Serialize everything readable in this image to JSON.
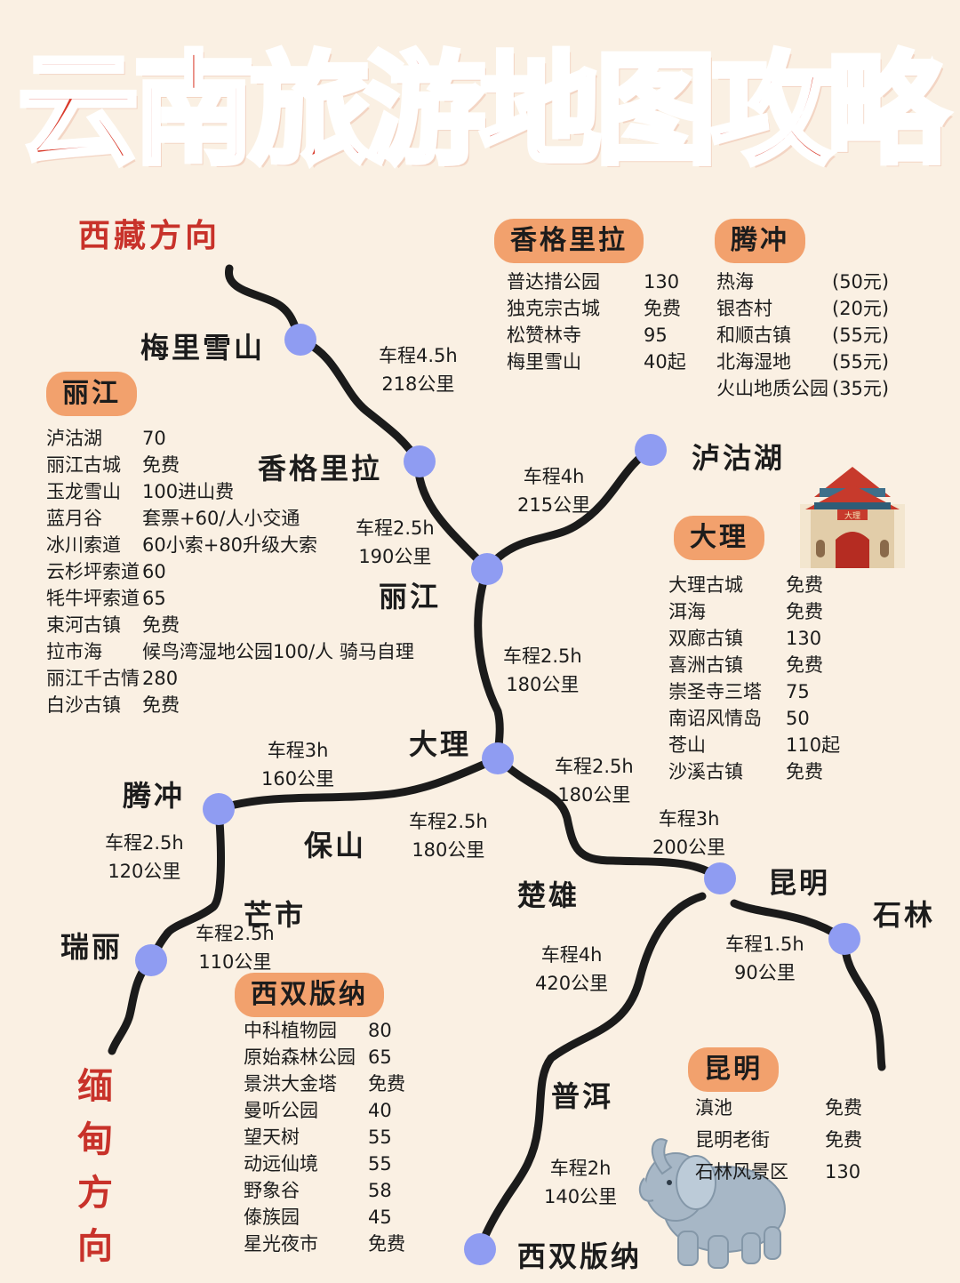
{
  "title": "云南旅游地图攻略",
  "directions": {
    "tibet": "西藏方向",
    "myanmar": "缅甸方向"
  },
  "cities": {
    "meili": "梅里雪山",
    "shangri": "香格里拉",
    "lugu": "泸沽湖",
    "lijiang": "丽江",
    "dali": "大理",
    "tengchong": "腾冲",
    "baoshan": "保山",
    "mangshi": "芒市",
    "ruili": "瑞丽",
    "chuxiong": "楚雄",
    "kunming": "昆明",
    "shilin": "石林",
    "puer": "普洱",
    "xsbn": "西双版纳"
  },
  "segments": {
    "meili_shangri": {
      "time": "车程4.5h",
      "dist": "218公里"
    },
    "shangri_lijiang": {
      "time": "车程2.5h",
      "dist": "190公里"
    },
    "lijiang_lugu": {
      "time": "车程4h",
      "dist": "215公里"
    },
    "lijiang_dali": {
      "time": "车程2.5h",
      "dist": "180公里"
    },
    "dali_tengchong": {
      "time": "车程3h",
      "dist": "160公里"
    },
    "tengchong_ruili": {
      "time": "车程2.5h",
      "dist": "120公里"
    },
    "mangshi_ruili": {
      "time": "车程2.5h",
      "dist": "110公里"
    },
    "dali_baoshan": {
      "time": "车程2.5h",
      "dist": "180公里"
    },
    "dali_chuxiong": {
      "time": "车程2.5h",
      "dist": "180公里"
    },
    "chuxiong_kunming": {
      "time": "车程3h",
      "dist": "200公里"
    },
    "kunming_shilin": {
      "time": "车程1.5h",
      "dist": "90公里"
    },
    "kunming_puer": {
      "time": "车程4h",
      "dist": "420公里"
    },
    "puer_xsbn": {
      "time": "车程2h",
      "dist": "140公里"
    }
  },
  "lijiang_box": {
    "label": "丽江",
    "items": [
      {
        "name": "泸沽湖",
        "price": "70"
      },
      {
        "name": "丽江古城",
        "price": "免费"
      },
      {
        "name": "玉龙雪山",
        "price": "100进山费"
      },
      {
        "name": "蓝月谷",
        "price": "套票+60/人小交通"
      },
      {
        "name": "冰川索道",
        "price": "60小索+80升级大索"
      },
      {
        "name": "云杉坪索道",
        "price": "60"
      },
      {
        "name": "牦牛坪索道",
        "price": "65"
      },
      {
        "name": "束河古镇",
        "price": "免费"
      },
      {
        "name": "拉市海",
        "price": "候鸟湾湿地公园100/人 骑马自理"
      },
      {
        "name": "丽江千古情",
        "price": "280"
      },
      {
        "name": "白沙古镇",
        "price": "免费"
      }
    ]
  },
  "shangri_box": {
    "label": "香格里拉",
    "items": [
      {
        "name": "普达措公园",
        "price": "130"
      },
      {
        "name": "独克宗古城",
        "price": "免费"
      },
      {
        "name": "松赞林寺",
        "price": "95"
      },
      {
        "name": "梅里雪山",
        "price": "40起"
      }
    ]
  },
  "tengchong_box": {
    "label": "腾冲",
    "items": [
      {
        "name": "热海",
        "price": "(50元)"
      },
      {
        "name": "银杏村",
        "price": "(20元)"
      },
      {
        "name": "和顺古镇",
        "price": "(55元)"
      },
      {
        "name": "北海湿地",
        "price": "(55元)"
      },
      {
        "name": "火山地质公园",
        "price": "(35元)"
      }
    ]
  },
  "dali_box": {
    "label": "大理",
    "items": [
      {
        "name": "大理古城",
        "price": "免费"
      },
      {
        "name": "洱海",
        "price": "免费"
      },
      {
        "name": "双廊古镇",
        "price": "130"
      },
      {
        "name": "喜洲古镇",
        "price": "免费"
      },
      {
        "name": "崇圣寺三塔",
        "price": "75"
      },
      {
        "name": "南诏风情岛",
        "price": "50"
      },
      {
        "name": "苍山",
        "price": "110起"
      },
      {
        "name": "沙溪古镇",
        "price": "免费"
      }
    ]
  },
  "xsbn_box": {
    "label": "西双版纳",
    "items": [
      {
        "name": "中科植物园",
        "price": "80"
      },
      {
        "name": "原始森林公园",
        "price": "65"
      },
      {
        "name": "景洪大金塔",
        "price": "免费"
      },
      {
        "name": "曼听公园",
        "price": "40"
      },
      {
        "name": "望天树",
        "price": "55"
      },
      {
        "name": "动远仙境",
        "price": "55"
      },
      {
        "name": "野象谷",
        "price": "58"
      },
      {
        "name": "傣族园",
        "price": "45"
      },
      {
        "name": "星光夜市",
        "price": "免费"
      }
    ]
  },
  "kunming_box": {
    "label": "昆明",
    "items": [
      {
        "name": "滇池",
        "price": "免费"
      },
      {
        "name": "昆明老街",
        "price": "免费"
      },
      {
        "name": "石林风景区",
        "price": "130"
      }
    ]
  },
  "temple_sign": "大理",
  "colors": {
    "title": "#d93a2b",
    "direction": "#c8322a",
    "pill": "#f2a16d",
    "node": "#8f9cf2",
    "route": "#1b1b1b"
  }
}
